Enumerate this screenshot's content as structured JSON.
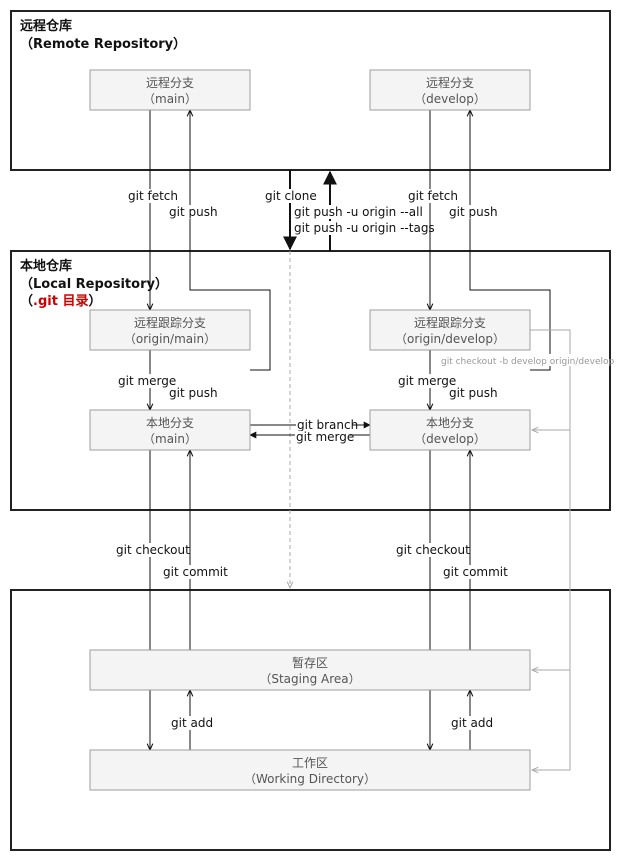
{
  "remote": {
    "title": "远程仓库",
    "subtitle": "（Remote Repository）",
    "main_branch": {
      "name": "远程分支",
      "sub": "（main）"
    },
    "develop_branch": {
      "name": "远程分支",
      "sub": "（develop）"
    }
  },
  "local": {
    "title": "本地仓库",
    "subtitle": "（Local Repository）",
    "gitdir_open": "（",
    "gitdir": ".git 目录",
    "gitdir_close": "）",
    "main_tracking": {
      "name": "远程跟踪分支",
      "sub": "（origin/main）"
    },
    "develop_tracking": {
      "name": "远程跟踪分支",
      "sub": "（origin/develop）"
    },
    "main_local": {
      "name": "本地分支",
      "sub": "（main）"
    },
    "develop_local": {
      "name": "本地分支",
      "sub": "（develop）"
    }
  },
  "staging": {
    "name": "暂存区",
    "sub": "（Staging Area）"
  },
  "working": {
    "name": "工作区",
    "sub": "（Working Directory）"
  },
  "labels": {
    "fetch_left": "git fetch",
    "push_left_top": "git push",
    "clone": "git clone",
    "push_all": "git push -u origin --all",
    "push_tags": "git push -u origin --tags",
    "fetch_right": "git fetch",
    "push_right_top": "git push",
    "merge_left": "git merge",
    "push_left_mid": "git push",
    "merge_right": "git merge",
    "push_right_mid": "git push",
    "checkout_b": "git checkout -b develop origin/develop",
    "branch": "git branch",
    "merge_center": "git merge",
    "checkout_left": "git checkout",
    "commit_left": "git commit",
    "checkout_right": "git checkout",
    "commit_right": "git commit",
    "add_left": "git add",
    "add_right": "git add"
  },
  "colors": {
    "accent_red": "#cc0000",
    "green": "#33dd33",
    "gray_line": "#aaaaaa"
  }
}
